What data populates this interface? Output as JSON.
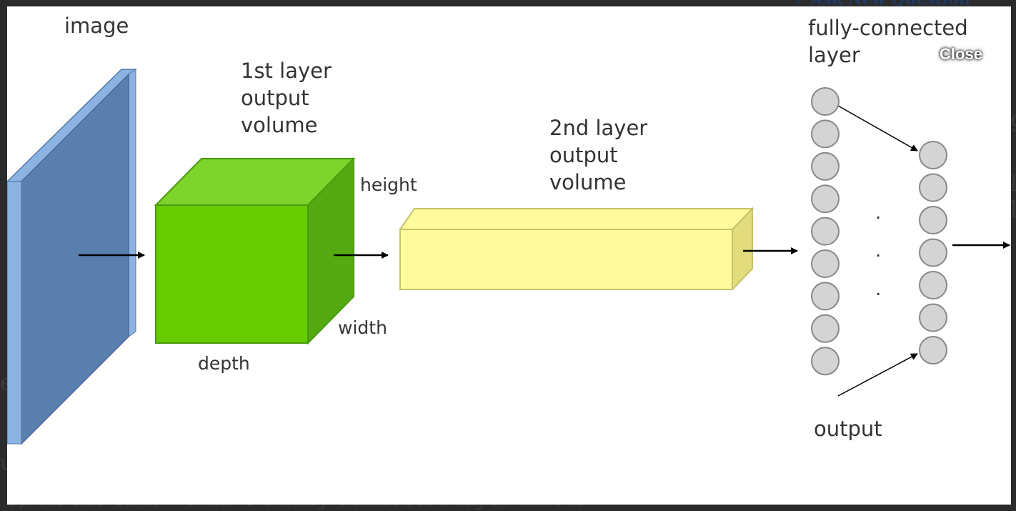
{
  "backdrop": {
    "top_link": "+ Ask New Question",
    "bottom_text": "s). At the end, we have a fully-connected layer that is",
    "left_1": "e",
    "left_2": "u",
    "right_1": "g",
    "right_2": "l",
    "right_3": "l"
  },
  "lightbox": {
    "close_label": "Close"
  },
  "diagram": {
    "labels": {
      "image": "image",
      "layer1_line1": "1st layer",
      "layer1_line2": "output",
      "layer1_line3": "volume",
      "height": "height",
      "width": "width",
      "depth": "depth",
      "layer2_line1": "2nd layer",
      "layer2_line2": "output",
      "layer2_line3": "volume",
      "fc_line1": "fully-connected",
      "fc_line2": "layer",
      "dots": ".",
      "output": "output"
    },
    "fc_input_nodes": 9,
    "fc_output_nodes": 7,
    "colors": {
      "image_front": "#5a7eae",
      "image_side": "#8db3e2",
      "cube_front": "#66cc00",
      "cube_top": "#7dd42a",
      "cube_side": "#55aa11",
      "bar_front": "#fdfb9c",
      "bar_side": "#e2dc7c",
      "node_fill": "#d4d4d4",
      "node_stroke": "#888888"
    }
  }
}
